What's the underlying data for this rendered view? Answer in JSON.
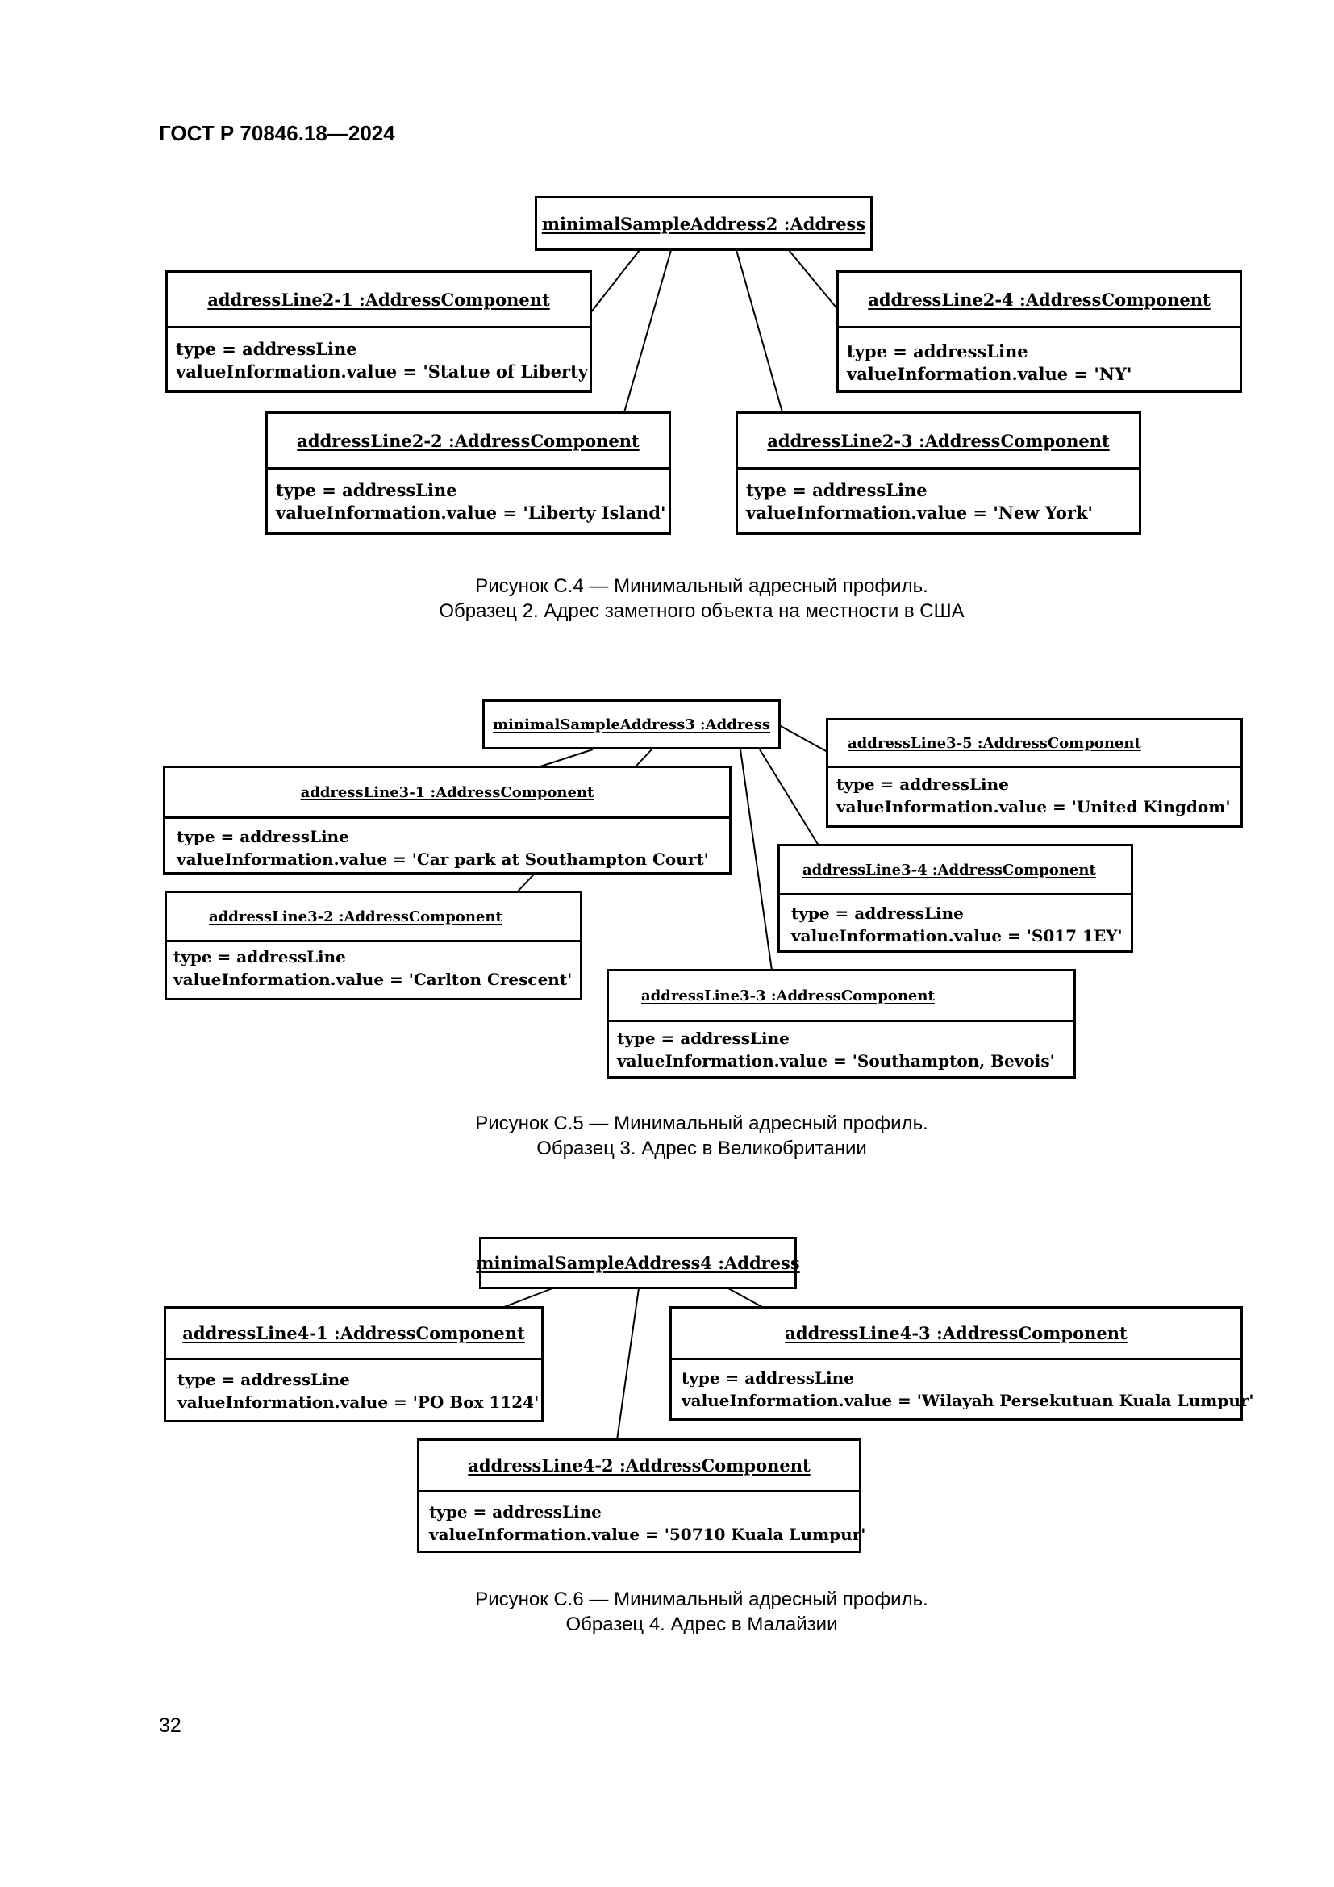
{
  "header": {
    "doc_code": "ГОСТ Р 70846.18—2024"
  },
  "page_number": "32",
  "figures": [
    {
      "caption_line1": "Рисунок С.4 — Минимальный адресный профиль.",
      "caption_line2": "Образец 2. Адрес заметного объекта на местности в США",
      "root": "minimalSampleAddress2 :Address",
      "components": [
        {
          "name": "addressLine2-1 :AddressComponent",
          "type": "type = addressLine",
          "value": "valueInformation.value = 'Statue of  Liberty'"
        },
        {
          "name": "addressLine2-4 :AddressComponent",
          "type": "type = addressLine",
          "value": "valueInformation.value = 'NY'"
        },
        {
          "name": "addressLine2-2 :AddressComponent",
          "type": "type = addressLine",
          "value": "valueInformation.value = 'Liberty Island'"
        },
        {
          "name": "addressLine2-3 :AddressComponent",
          "type": "type = addressLine",
          "value": "valueInformation.value = 'New York'"
        }
      ]
    },
    {
      "caption_line1": "Рисунок С.5 — Минимальный адресный профиль.",
      "caption_line2": "Образец 3. Адрес в Великобритании",
      "root": "minimalSampleAddress3 :Address",
      "components": [
        {
          "name": "addressLine3-5 :AddressComponent",
          "type": "type = addressLine",
          "value": "valueInformation.value = 'United Kingdom'"
        },
        {
          "name": "addressLine3-1 :AddressComponent",
          "type": "type = addressLine",
          "value": "valueInformation.value = 'Car park at Southampton Court'"
        },
        {
          "name": "addressLine3-4 :AddressComponent",
          "type": "type = addressLine",
          "value": "valueInformation.value = 'S017 1EY'"
        },
        {
          "name": "addressLine3-2 :AddressComponent",
          "type": "type = addressLine",
          "value": "valueInformation.value = 'Carlton Crescent'"
        },
        {
          "name": "addressLine3-3 :AddressComponent",
          "type": "type = addressLine",
          "value": "valueInformation.value = 'Southampton, Bevois'"
        }
      ]
    },
    {
      "caption_line1": "Рисунок С.6 — Минимальный адресный профиль.",
      "caption_line2": "Образец 4. Адрес в Малайзии",
      "root": "minimalSampleAddress4 :Address",
      "components": [
        {
          "name": "addressLine4-1 :AddressComponent",
          "type": "type = addressLine",
          "value": "valueInformation.value = 'PO Box 1124'"
        },
        {
          "name": "addressLine4-3 :AddressComponent",
          "type": "type = addressLine",
          "value": "valueInformation.value = 'Wilayah Persekutuan Kuala Lumpur'"
        },
        {
          "name": "addressLine4-2 :AddressComponent",
          "type": "type = addressLine",
          "value": "valueInformation.value = '50710 Kuala Lumpur'"
        }
      ]
    }
  ]
}
